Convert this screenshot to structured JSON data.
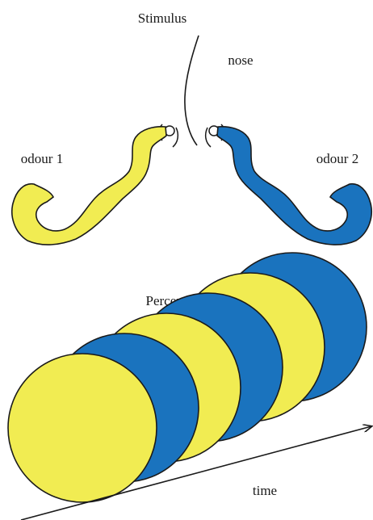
{
  "stimulus": {
    "title": "Stimulus",
    "nose_label": "nose",
    "odour_left": {
      "label": "odour 1",
      "color": "#F1EC52"
    },
    "odour_right": {
      "label": "odour 2",
      "color": "#1A73BE"
    }
  },
  "percept": {
    "title": "Percept",
    "sequence": [
      "odour 1",
      "odour 2",
      "odour 1",
      "odour 2",
      "odour 1",
      "odour 2"
    ],
    "axis_label": "time"
  },
  "colors": {
    "yellow": "#F1EC52",
    "blue": "#1A73BE",
    "stroke": "#1a1a1a"
  }
}
